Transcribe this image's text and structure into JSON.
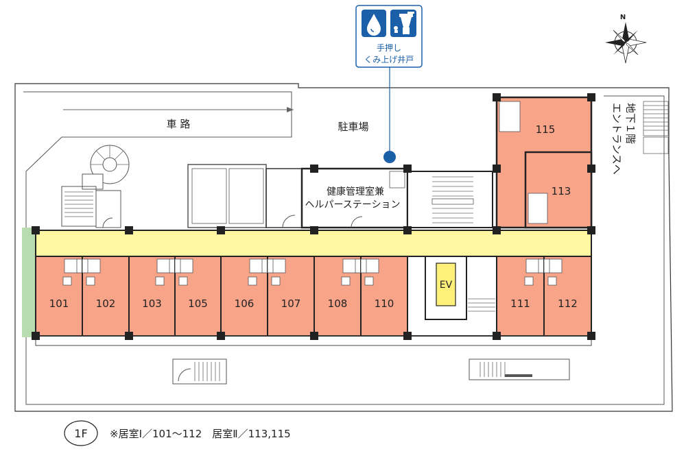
{
  "legend_top": {
    "icon": "hand-pump-well-icon",
    "line1": "手押し",
    "line2": "くみ上げ井戸",
    "accent": "#1a5fa8"
  },
  "compass": {
    "label": "N"
  },
  "labels": {
    "road": "車 路",
    "parking": "駐車場",
    "office_line1": "健康管理室兼",
    "office_line2": "ヘルパーステーション",
    "ev": "EV",
    "basement_line1": "地下１階",
    "basement_line2": "エントランスへ"
  },
  "rooms_front": [
    "101",
    "102",
    "103",
    "105",
    "106",
    "107",
    "108",
    "110",
    "111",
    "112"
  ],
  "rooms_back": [
    "115",
    "113"
  ],
  "colors": {
    "room": "#f7a489",
    "corridor": "#fff7a2",
    "ev": "#fff07a",
    "green": "#b9dbb0"
  },
  "footer": {
    "floor": "1F",
    "note": "※居室Ⅰ／101〜112　居室Ⅱ／113,115"
  }
}
